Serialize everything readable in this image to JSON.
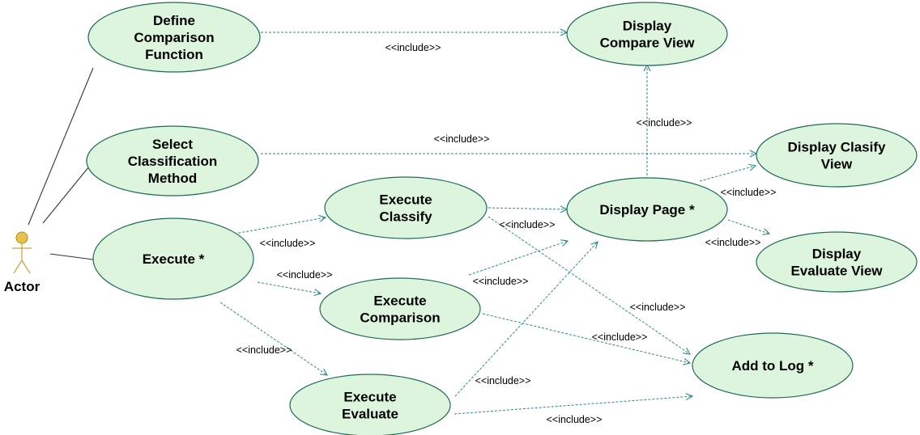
{
  "colors": {
    "ellipse_fill": "#dcf5dc",
    "ellipse_stroke": "#1f6b5a",
    "dependency": "#2a8a8a",
    "association": "#333333",
    "actor_head": "#e8c14a"
  },
  "actor": {
    "name": "Actor",
    "icon": "stick-figure-icon"
  },
  "use_cases": [
    {
      "id": "define",
      "lines": [
        "Define",
        "Comparison",
        "Function"
      ]
    },
    {
      "id": "select",
      "lines": [
        "Select",
        "Classification",
        "Method"
      ]
    },
    {
      "id": "execute",
      "lines": [
        "Execute *"
      ]
    },
    {
      "id": "exec_classify",
      "lines": [
        "Execute",
        "Classify"
      ]
    },
    {
      "id": "exec_compare",
      "lines": [
        "Execute",
        "Comparison"
      ]
    },
    {
      "id": "exec_evaluate",
      "lines": [
        "Execute",
        "Evaluate"
      ]
    },
    {
      "id": "display_compare",
      "lines": [
        "Display",
        "Compare View"
      ]
    },
    {
      "id": "display_page",
      "lines": [
        "Display Page *"
      ]
    },
    {
      "id": "display_clasify",
      "lines": [
        "Display Clasify",
        "View"
      ]
    },
    {
      "id": "display_evaluate",
      "lines": [
        "Display",
        "Evaluate View"
      ]
    },
    {
      "id": "add_log",
      "lines": [
        "Add to Log *"
      ]
    }
  ],
  "associations": [
    {
      "from": "actor",
      "to": "define"
    },
    {
      "from": "actor",
      "to": "select"
    },
    {
      "from": "actor",
      "to": "execute"
    }
  ],
  "includes": [
    {
      "from": "define",
      "to": "display_compare",
      "label": "<<include>>"
    },
    {
      "from": "select",
      "to": "display_clasify",
      "label": "<<include>>"
    },
    {
      "from": "display_page",
      "to": "display_compare",
      "label": "<<include>>"
    },
    {
      "from": "display_page",
      "to": "display_clasify",
      "label": "<<include>>"
    },
    {
      "from": "display_page",
      "to": "display_evaluate",
      "label": "<<include>>"
    },
    {
      "from": "execute",
      "to": "exec_classify",
      "label": "<<include>>"
    },
    {
      "from": "execute",
      "to": "exec_compare",
      "label": "<<include>>"
    },
    {
      "from": "execute",
      "to": "exec_evaluate",
      "label": "<<include>>"
    },
    {
      "from": "exec_classify",
      "to": "display_page",
      "label": "<<include>>"
    },
    {
      "from": "exec_classify",
      "to": "add_log",
      "label": "<<include>>"
    },
    {
      "from": "exec_compare",
      "to": "display_page",
      "label": "<<include>>"
    },
    {
      "from": "exec_compare",
      "to": "add_log",
      "label": "<<include>>"
    },
    {
      "from": "exec_evaluate",
      "to": "display_page",
      "label": "<<include>>"
    },
    {
      "from": "exec_evaluate",
      "to": "add_log",
      "label": "<<include>>"
    }
  ]
}
